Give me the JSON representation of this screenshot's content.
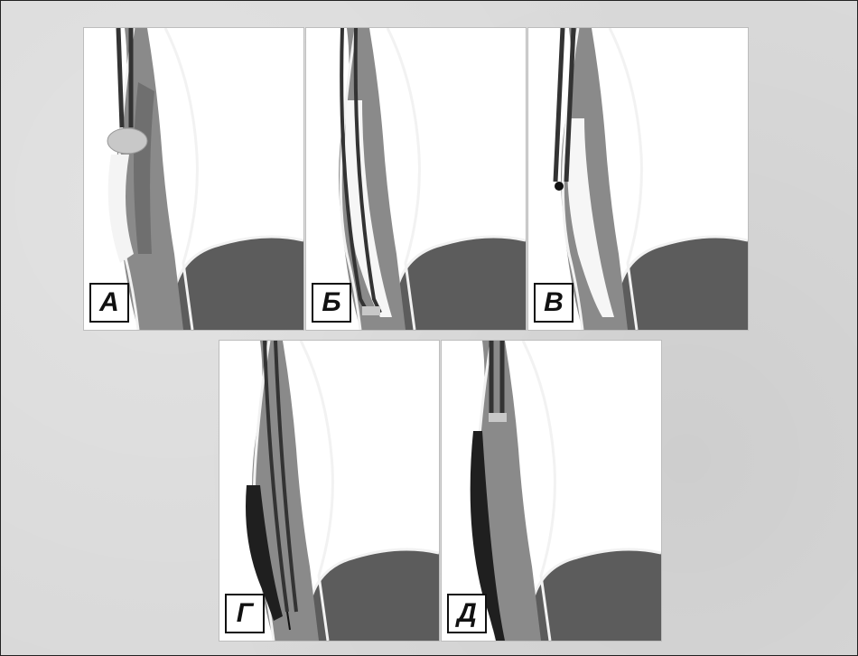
{
  "panels": [
    {
      "id": "a",
      "label": "А",
      "stage": 1
    },
    {
      "id": "b",
      "label": "Б",
      "stage": 2
    },
    {
      "id": "c",
      "label": "В",
      "stage": 3
    },
    {
      "id": "d",
      "label": "Г",
      "stage": 4
    },
    {
      "id": "e",
      "label": "Д",
      "stage": 5
    }
  ],
  "colors": {
    "background": "#d9d9d9",
    "panel": "#ffffff",
    "esophagus_wall": "#7a7a7a",
    "stomach": "#5a5a5a",
    "instrument": "#333333",
    "mucosa_line": "#f2f2f2"
  }
}
